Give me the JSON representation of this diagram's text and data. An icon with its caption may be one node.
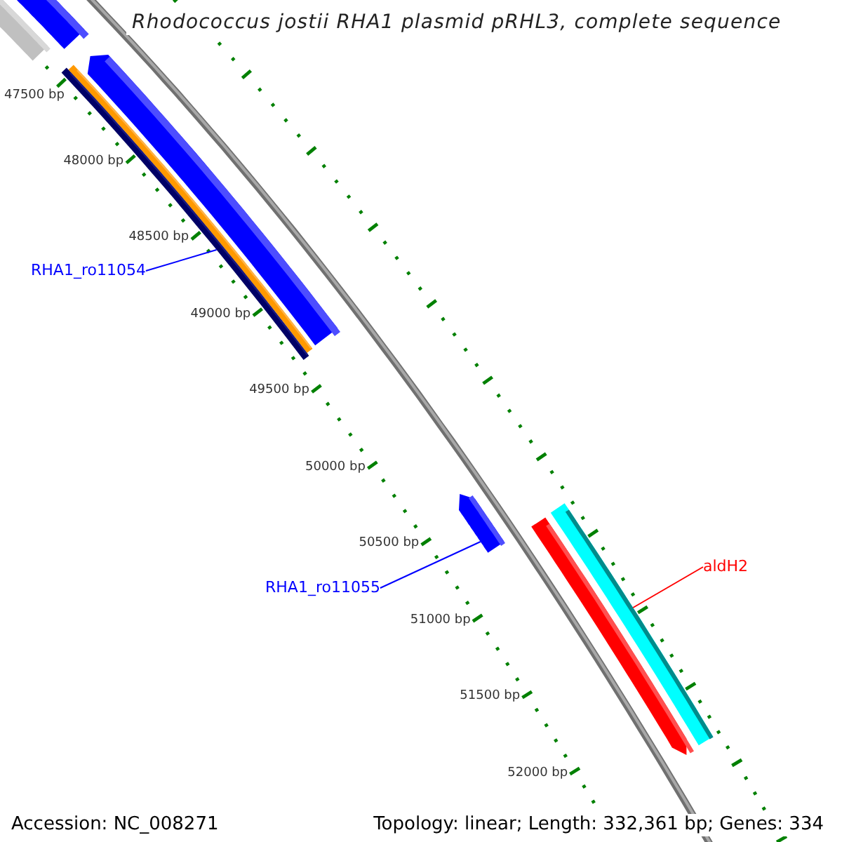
{
  "diagram": {
    "title": "Rhodococcus jostii RHA1 plasmid pRHL3, complete sequence",
    "nodes": [
      {
        "text": [
          "RHA1_ro11054"
        ]
      },
      {
        "text": [
          "RHA1_ro11055"
        ]
      },
      {
        "text": [
          "aldH2"
        ]
      },
      {
        "text": [],
        "shape": "bar"
      },
      {
        "text": [],
        "shape": "bar"
      },
      {
        "text": [],
        "shape": "bar"
      }
    ],
    "edges": [
      {
        "from": 0,
        "to": 3,
        "arrow": "none"
      },
      {
        "from": 1,
        "to": 4,
        "arrow": "none"
      },
      {
        "from": 2,
        "to": 5,
        "arrow": "none",
        "color": "#ff0000"
      }
    ],
    "labels": [
      "47500 bp",
      "48000 bp",
      "48500 bp",
      "49000 bp",
      "49500 bp",
      "50000 bp",
      "50500 bp",
      "51000 bp",
      "51500 bp",
      "52000 bp",
      "Accession: NC_008271",
      "Topology: linear; Length: 332,361 bp; Genes: 334"
    ]
  }
}
